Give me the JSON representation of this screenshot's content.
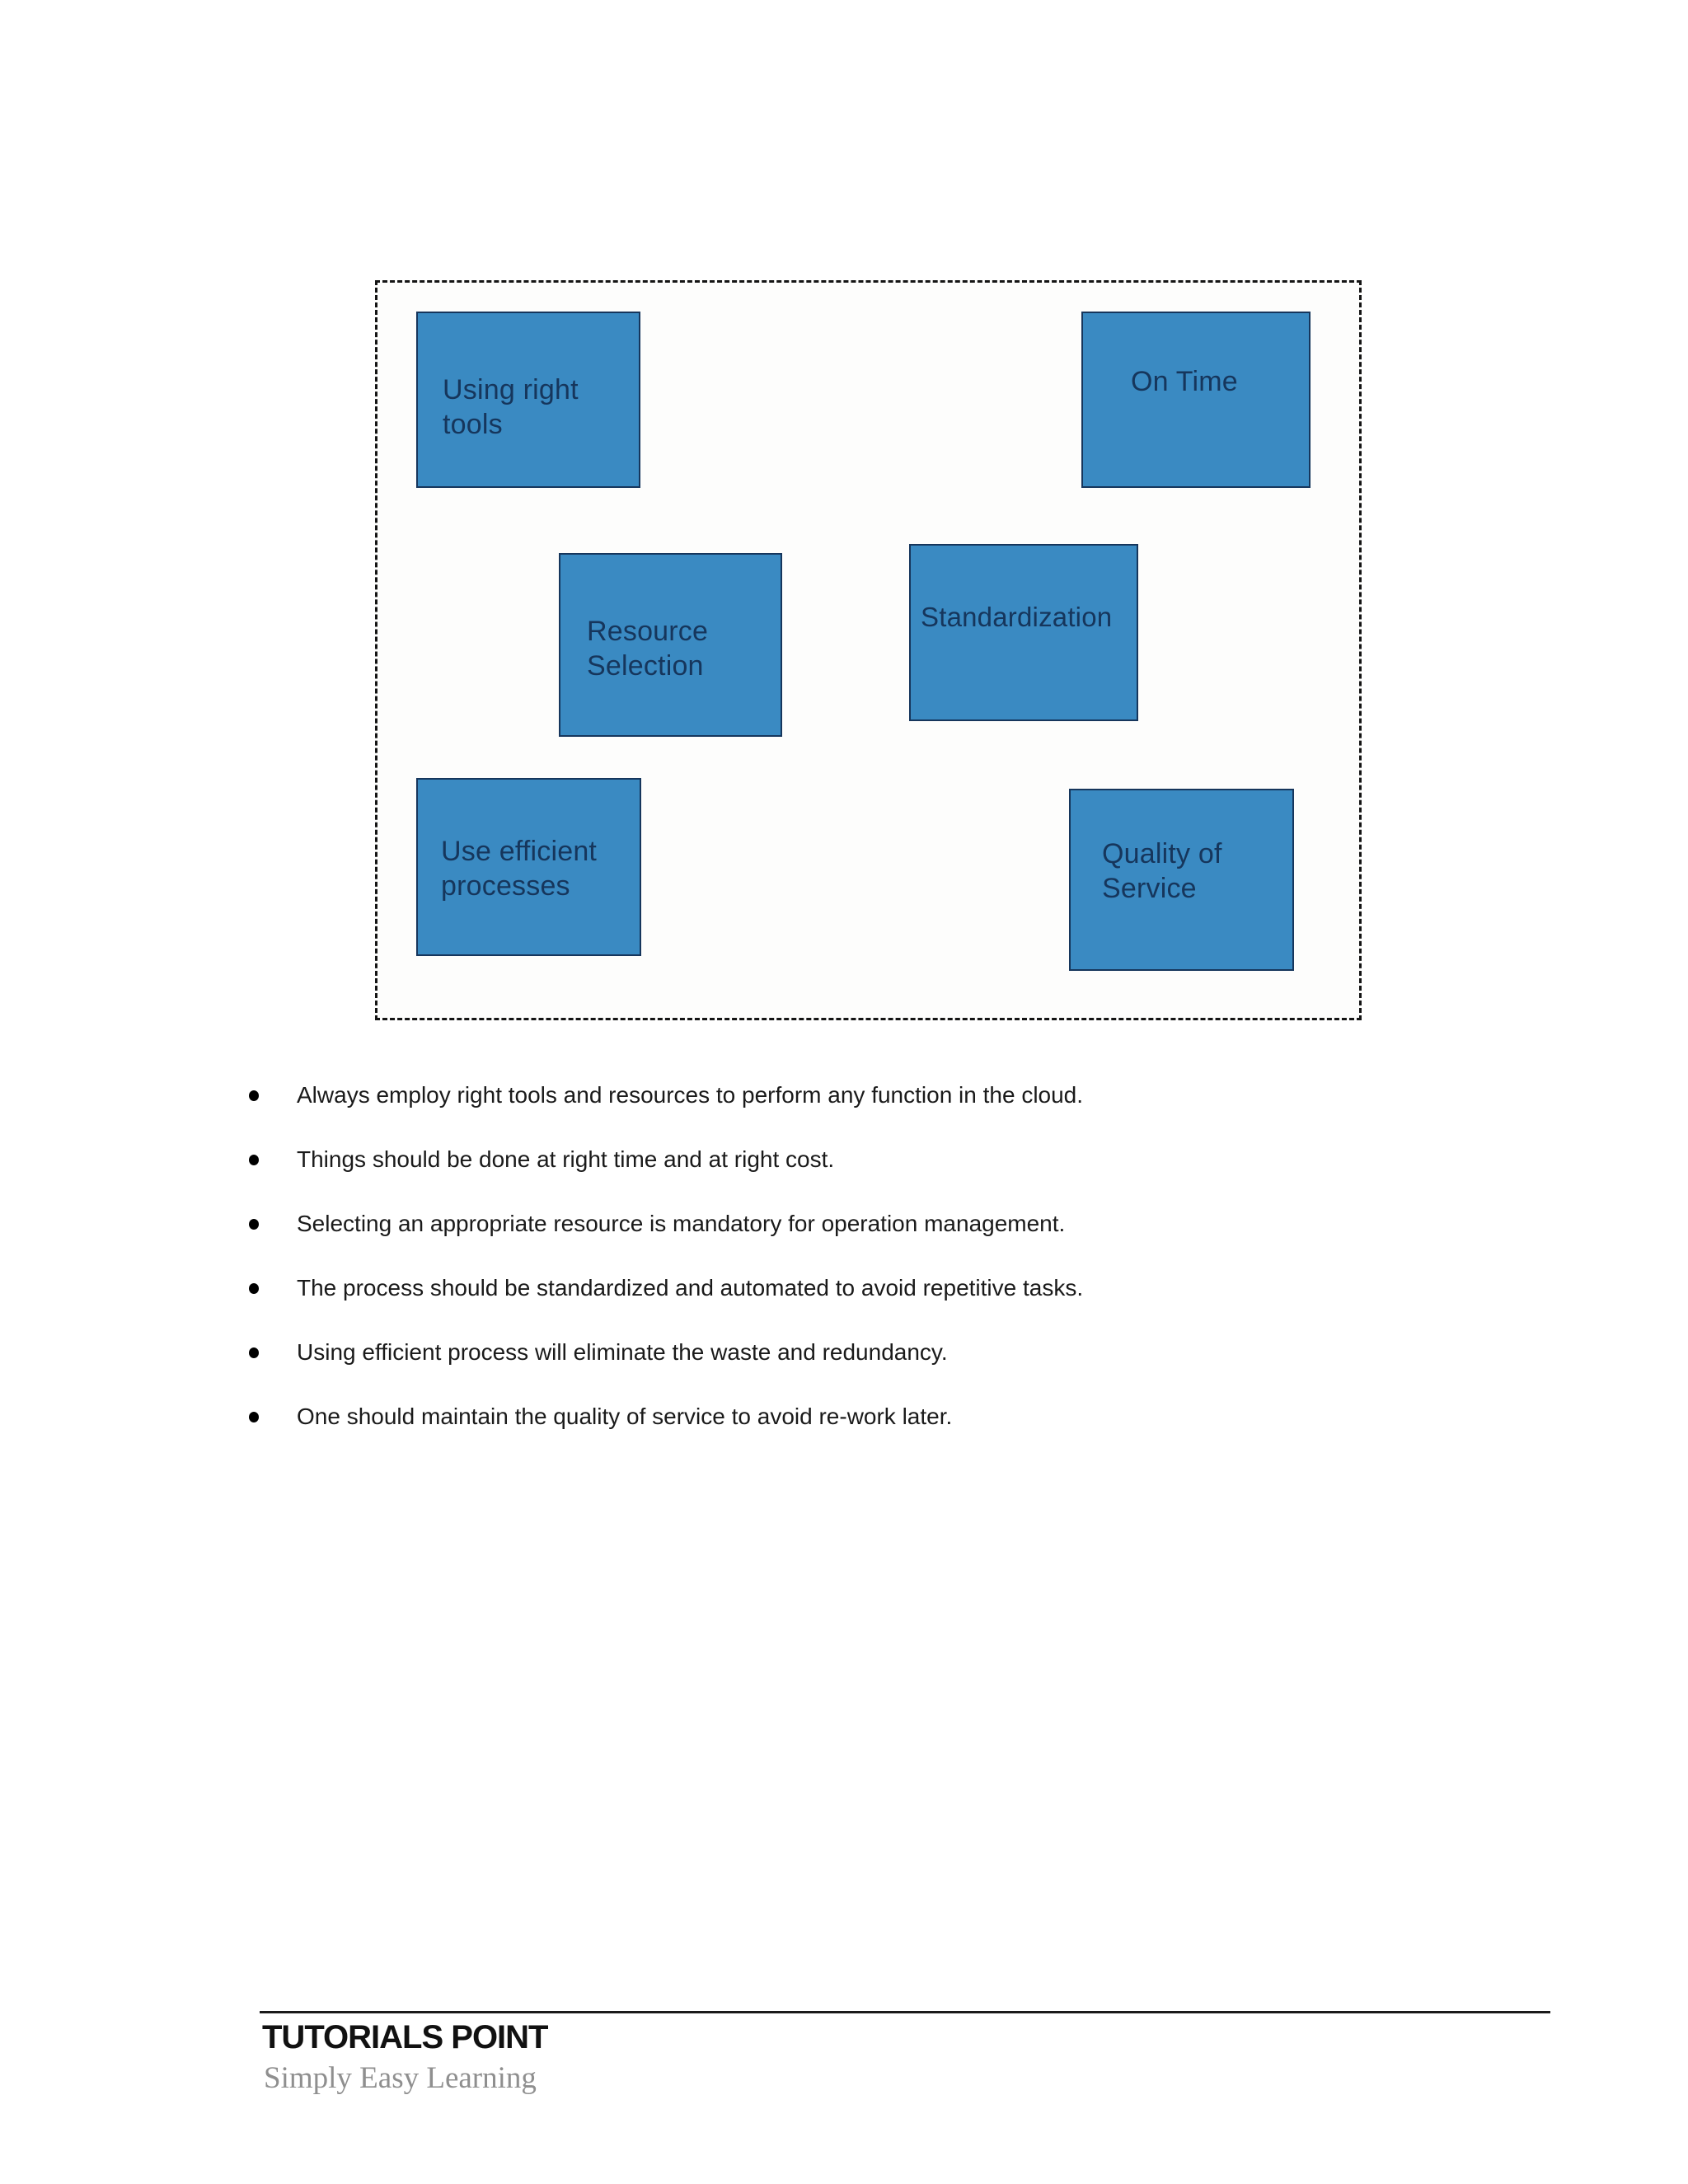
{
  "colors": {
    "box_fill": "#3a8ac2",
    "box_border": "#16365c",
    "box_text": "#16365c",
    "page_bg": "#ffffff"
  },
  "diagram": {
    "boxes": [
      {
        "label": "Using right tools"
      },
      {
        "label": "On Time"
      },
      {
        "label": "Resource Selection"
      },
      {
        "label": "Standardization"
      },
      {
        "label": "Use efficient processes"
      },
      {
        "label": "Quality of Service"
      }
    ]
  },
  "bullets": [
    "Always employ right tools and resources to perform any function in the cloud.",
    "Things should be done at right time and at right cost.",
    "Selecting an appropriate resource is mandatory for operation management.",
    "The process should be standardized and automated to avoid repetitive tasks.",
    "Using efficient process will eliminate the waste and redundancy.",
    "One should maintain the quality of service to avoid re-work later."
  ],
  "footer": {
    "brand": "TUTORIALS POINT",
    "tagline": "Simply Easy Learning"
  }
}
